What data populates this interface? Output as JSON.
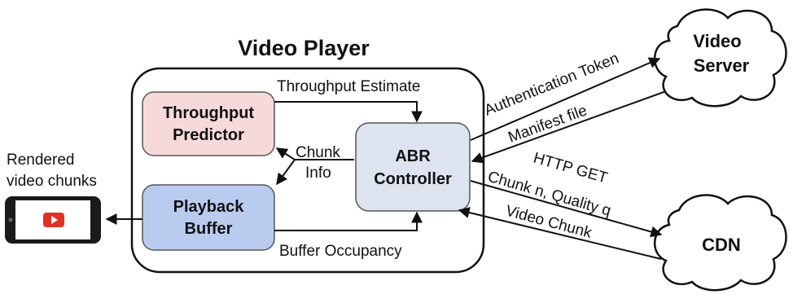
{
  "player": {
    "title": "Video Player"
  },
  "nodes": {
    "throughput_predictor": {
      "line1": "Throughput",
      "line2": "Predictor",
      "fill": "#f6dada"
    },
    "playback_buffer": {
      "line1": "Playback",
      "line2": "Buffer",
      "fill": "#b9ccf0"
    },
    "abr_controller": {
      "line1": "ABR",
      "line2": "Controller",
      "fill": "#dde3ef"
    },
    "video_server": {
      "line1": "Video",
      "line2": "Server"
    },
    "cdn": {
      "label": "CDN"
    }
  },
  "labels": {
    "throughput_estimate": "Throughput Estimate",
    "chunk_info_1": "Chunk",
    "chunk_info_2": "Info",
    "buffer_occupancy": "Buffer Occupancy",
    "rendered_1": "Rendered",
    "rendered_2": "video chunks",
    "auth_token": "Authentication Token",
    "manifest_file": "Manifest file",
    "http_get": "HTTP GET",
    "chunk_quality": "Chunk n, Quality q",
    "video_chunk": "Video Chunk"
  },
  "icons": {
    "device": "phone-icon",
    "play": "youtube-play-icon"
  },
  "colors": {
    "play_red": "#e03127",
    "stroke": "#111111"
  }
}
